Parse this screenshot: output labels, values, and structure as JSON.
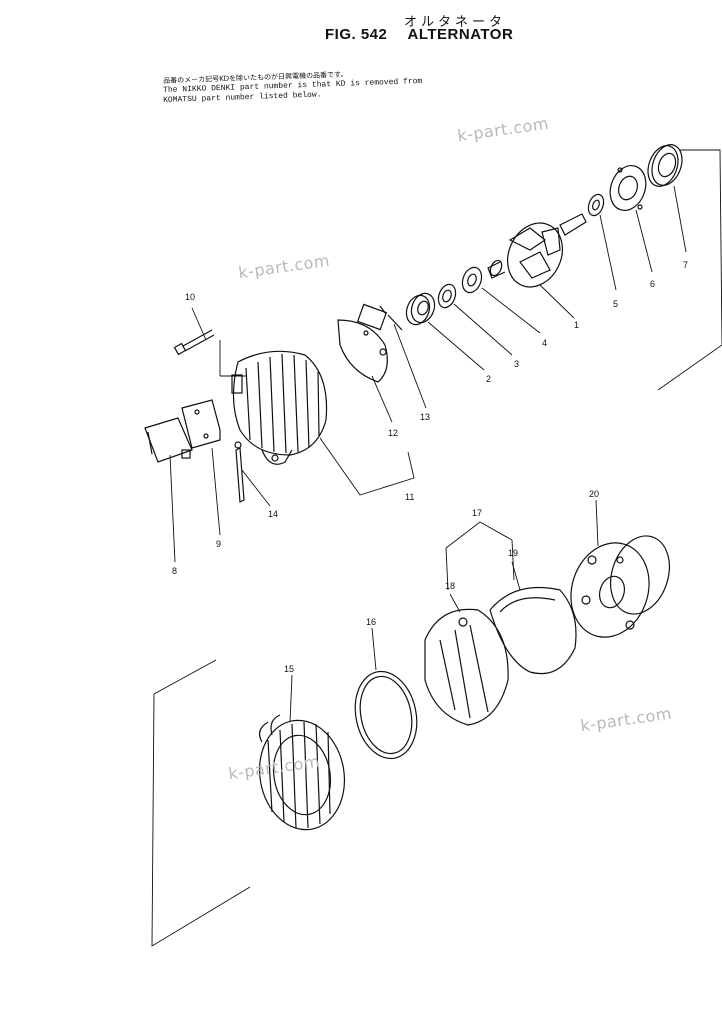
{
  "header": {
    "title_jp": "オルタネータ",
    "fig_label": "FIG. 542",
    "title": "ALTERNATOR"
  },
  "notes": [
    "品番のメーカ記号KDを除いたものが日興電機の品番です。",
    "The NIKKO DENKI part number is that KD is removed from",
    "KOMATSU part number listed below."
  ],
  "watermarks": [
    "k-part.com",
    "k-part.com",
    "k-part.com",
    "k-part.com"
  ],
  "callouts": [
    "1",
    "2",
    "3",
    "4",
    "5",
    "6",
    "7",
    "8",
    "9",
    "10",
    "11",
    "12",
    "13",
    "14",
    "15",
    "16",
    "17",
    "18",
    "19",
    "20"
  ],
  "colors": {
    "ink": "#111111",
    "paper": "#ffffff",
    "watermark": "#b8b8b8"
  }
}
